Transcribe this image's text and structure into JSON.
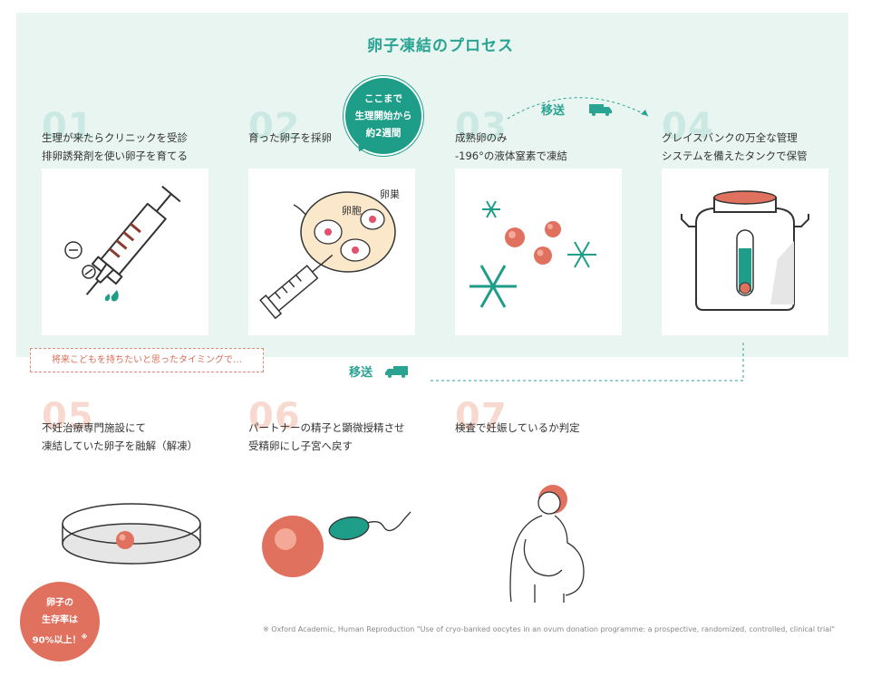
{
  "title": "卵子凍結のプロセス",
  "steps": [
    {
      "num": "01",
      "line1": "生理が来たらクリニックを受診",
      "line2": "排卵誘発剤を使い卵子を育てる"
    },
    {
      "num": "02",
      "line1": "育った卵子を採卵",
      "line2": ""
    },
    {
      "num": "03",
      "line1": "成熟卵のみ",
      "line2": "-196°の液体窒素で凍結"
    },
    {
      "num": "04",
      "line1": "グレイスバンクの万全な管理",
      "line2": "システムを備えたタンクで保管"
    },
    {
      "num": "05",
      "line1": "不妊治療専門施設にて",
      "line2": "凍結していた卵子を融解（解凍）"
    },
    {
      "num": "06",
      "line1": "パートナーの精子と顕微授精させ",
      "line2": "受精卵にし子宮へ戻す"
    },
    {
      "num": "07",
      "line1": "検査で妊娠しているか判定",
      "line2": ""
    }
  ],
  "bubble_green": {
    "line1": "ここまで",
    "line2": "生理開始から",
    "line3": "約2週間"
  },
  "labels": {
    "ovary": "卵巣",
    "follicle": "卵胞"
  },
  "transfer": {
    "label1": "移送",
    "label2": "移送"
  },
  "future_note": "将来こどもを持ちたいと思ったタイミングで…",
  "bubble_pink": {
    "line1": "卵子の",
    "line2": "生存率は",
    "line3": "90%以上！",
    "mark": "※"
  },
  "footnote": "※  Oxford Academic, Human Reproduction \"Use of cryo-banked oocytes in an ovum donation programme: a prospective, randomized, controlled, clinical trial\"",
  "icons": [
    "syringe-icon",
    "pill-icon",
    "ovary-icon",
    "snowflake-icon",
    "egg-icon",
    "tank-icon",
    "truck-icon",
    "petri-dish-icon",
    "sperm-icon",
    "pregnant-woman-icon"
  ],
  "colors": {
    "accent_green": "#2aa393",
    "panel_bg": "#e8f5f1",
    "accent_pink": "#e0715f",
    "teal": "#1e9e89"
  }
}
